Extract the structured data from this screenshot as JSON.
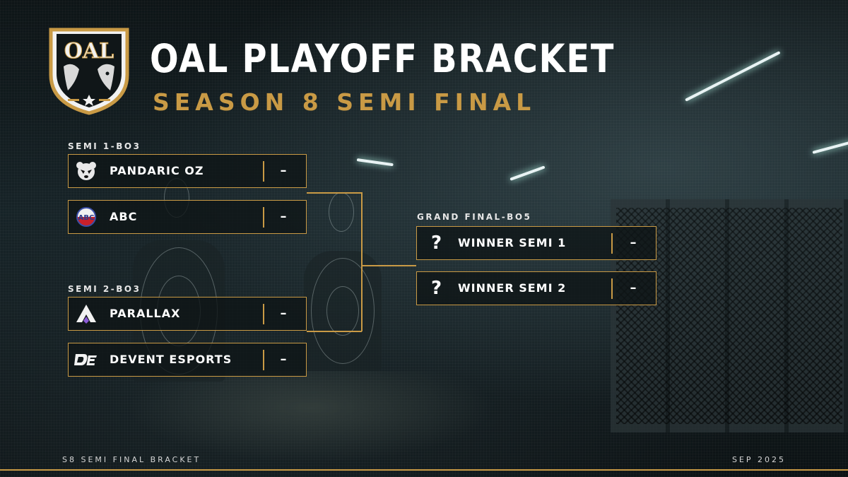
{
  "header": {
    "title": "OAL PLAYOFF BRACKET",
    "subtitle": "SEASON 8 SEMI FINAL"
  },
  "colors": {
    "accent": "#c99a45",
    "background": "#0d1316",
    "text": "#ffffff"
  },
  "semi1": {
    "label": "SEMI 1-BO3",
    "teams": [
      {
        "name": "PANDARIC OZ",
        "score": "–",
        "icon": "panda-logo-icon"
      },
      {
        "name": "ABC",
        "score": "–",
        "icon": "abc-logo-icon"
      }
    ]
  },
  "semi2": {
    "label": "SEMI 2-BO3",
    "teams": [
      {
        "name": "PARALLAX",
        "score": "–",
        "icon": "parallax-logo-icon"
      },
      {
        "name": "DEVENT ESPORTS",
        "score": "–",
        "icon": "devent-logo-icon"
      }
    ]
  },
  "final": {
    "label": "GRAND FINAL-BO5",
    "teams": [
      {
        "name": "WINNER SEMI 1",
        "score": "–",
        "icon": "question-mark-icon",
        "mark": "?"
      },
      {
        "name": "WINNER SEMI 2",
        "score": "–",
        "icon": "question-mark-icon",
        "mark": "?"
      }
    ]
  },
  "footer": {
    "left": "S8 SEMI FINAL BRACKET",
    "right": "SEP 2025"
  }
}
